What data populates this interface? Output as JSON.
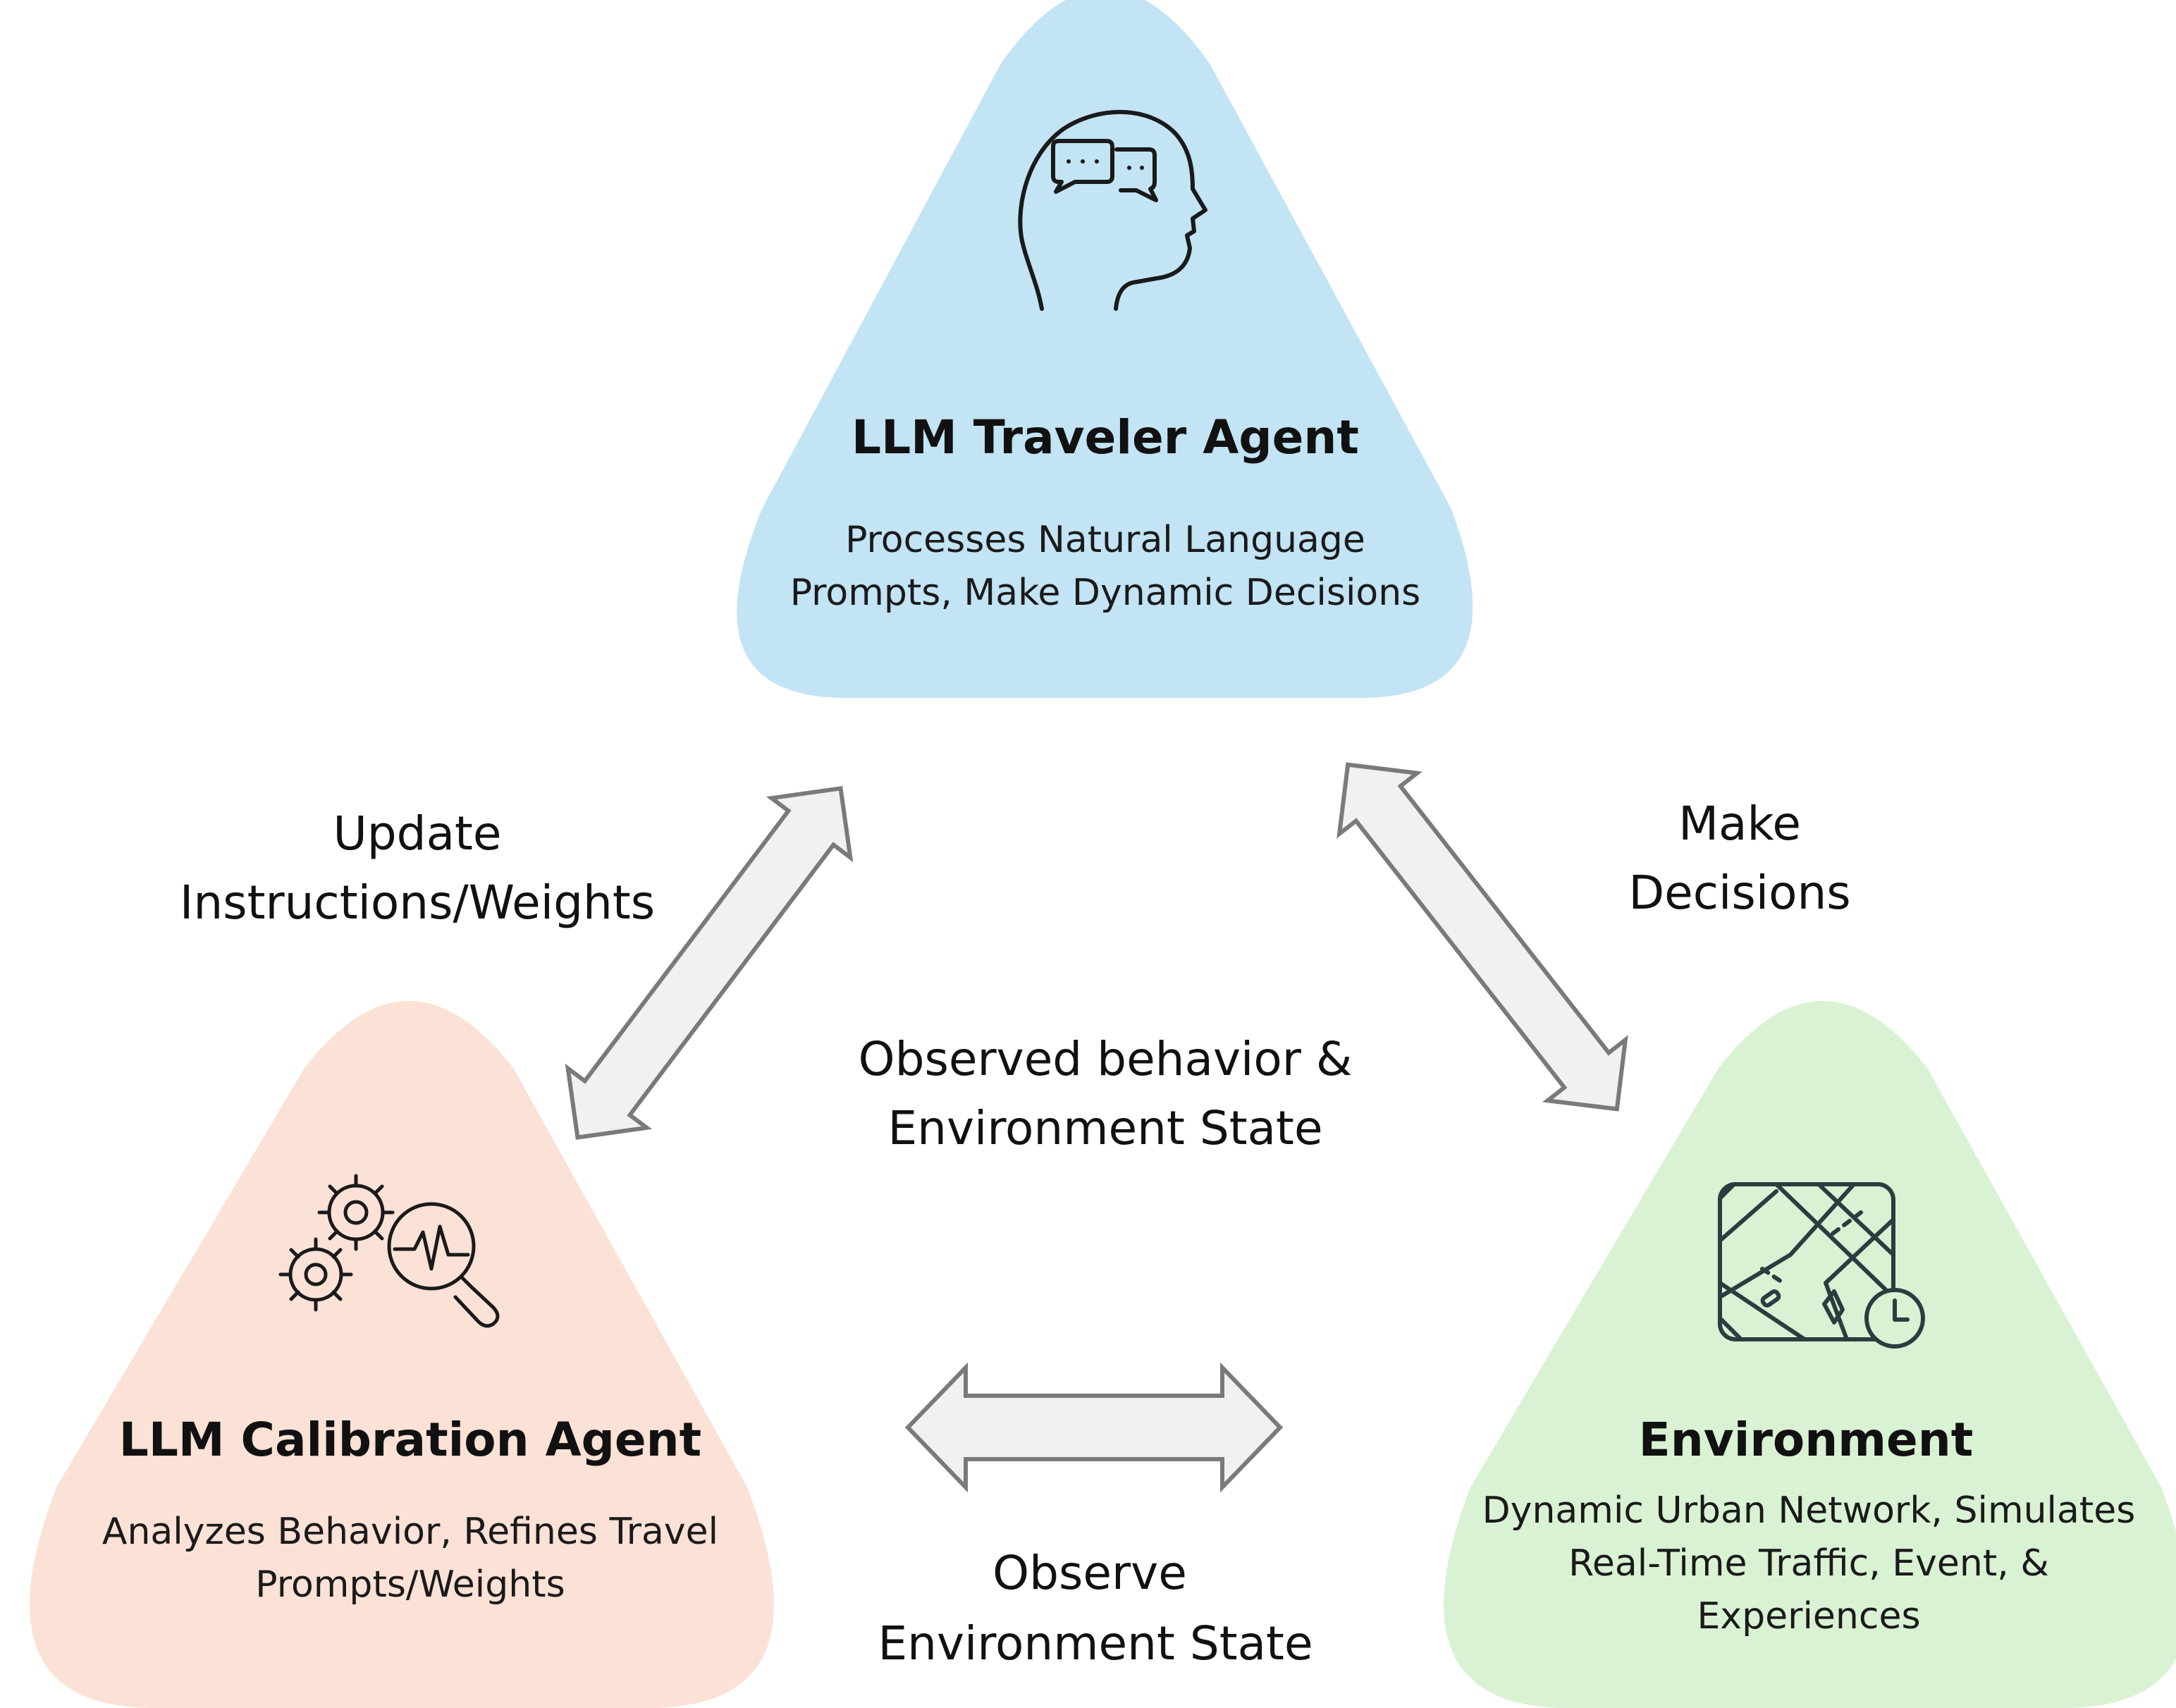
{
  "nodes": {
    "traveler": {
      "title": "LLM Traveler Agent",
      "desc_line1": "Processes Natural Language",
      "desc_line2": "Prompts, Make Dynamic Decisions",
      "fill": "#c2e4f4",
      "icon": "head-with-chat-bubbles-icon"
    },
    "calibration": {
      "title": "LLM Calibration Agent",
      "desc_line1": "Analyzes Behavior, Refines Travel",
      "desc_line2": "Prompts/Weights",
      "fill": "#fbe1d6",
      "icon": "gears-magnifier-icon"
    },
    "environment": {
      "title": "Environment",
      "desc_line1": "Dynamic Urban Network, Simulates",
      "desc_line2": "Real-Time Traffic, Event, &",
      "desc_line3": "Experiences",
      "fill": "#d9f2d3",
      "icon": "road-map-clock-icon"
    }
  },
  "edges": {
    "update": {
      "line1": "Update",
      "line2": "Instructions/Weights"
    },
    "decisions": {
      "line1": "Make",
      "line2": "Decisions"
    },
    "observed": {
      "line1": "Observed behavior &",
      "line2": "Environment State"
    },
    "observe_env": {
      "line1": "Observe",
      "line2": "Environment State"
    }
  },
  "colors": {
    "arrow_fill": "#f1f1f1",
    "arrow_stroke": "#7a7a7a",
    "icon_dark": "#1a1a1a",
    "icon_env": "#2a3d3f"
  }
}
